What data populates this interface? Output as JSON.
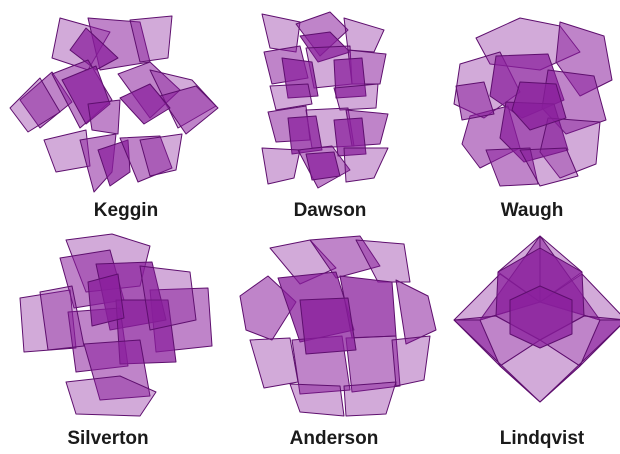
{
  "figure": {
    "colors": {
      "polyhedron_fill": "#8a1f9c",
      "polyhedron_edge": "#5e0f6e",
      "label_text": "#1a1a1a"
    },
    "structures": [
      {
        "label": "Keggin",
        "icon": "keggin-polyoxometalate-structure"
      },
      {
        "label": "Dawson",
        "icon": "dawson-polyoxometalate-structure"
      },
      {
        "label": "Waugh",
        "icon": "waugh-polyoxometalate-structure"
      },
      {
        "label": "Silverton",
        "icon": "silverton-polyoxometalate-structure"
      },
      {
        "label": "Anderson",
        "icon": "anderson-polyoxometalate-structure"
      },
      {
        "label": "Lindqvist",
        "icon": "lindqvist-polyoxometalate-structure"
      }
    ]
  }
}
